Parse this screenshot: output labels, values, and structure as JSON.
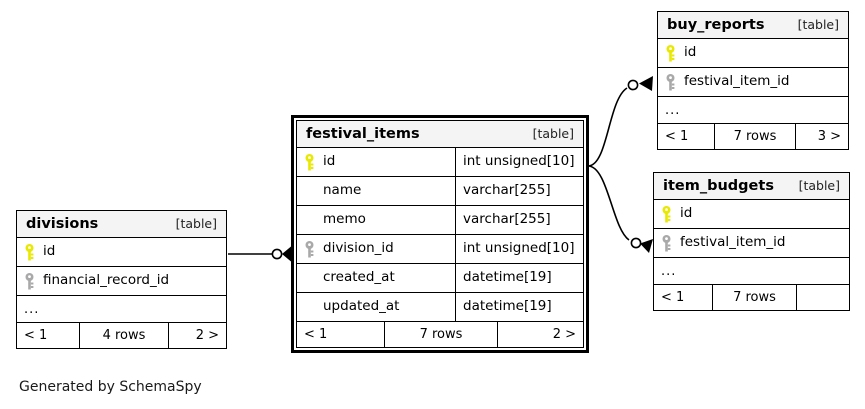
{
  "diagram": {
    "caption": "Generated by SchemaSpy",
    "kind_label": "[table]",
    "ellipsis": "...",
    "key_icons": {
      "primary": "primary-key-icon",
      "foreign": "foreign-key-icon"
    },
    "colors": {
      "primary_key": "#e8e800",
      "foreign_key": "#a9a9a9",
      "header_background": "#f4f4f4",
      "border": "#000000",
      "background": "#ffffff"
    }
  },
  "tables": {
    "festival_items": {
      "name": "festival_items",
      "kind": "[table]",
      "emphasis": true,
      "columns": [
        {
          "key": "primary",
          "name": "id",
          "type": "int unsigned[10]"
        },
        {
          "key": "none",
          "name": "name",
          "type": "varchar[255]"
        },
        {
          "key": "none",
          "name": "memo",
          "type": "varchar[255]"
        },
        {
          "key": "foreign",
          "name": "division_id",
          "type": "int unsigned[10]"
        },
        {
          "key": "none",
          "name": "created_at",
          "type": "datetime[19]"
        },
        {
          "key": "none",
          "name": "updated_at",
          "type": "datetime[19]"
        }
      ],
      "footer": {
        "prev": "< 1",
        "rows": "7 rows",
        "next": "2 >"
      }
    },
    "divisions": {
      "name": "divisions",
      "kind": "[table]",
      "emphasis": false,
      "columns": [
        {
          "key": "primary",
          "name": "id"
        },
        {
          "key": "foreign",
          "name": "financial_record_id"
        }
      ],
      "has_ellipsis": true,
      "footer": {
        "prev": "< 1",
        "rows": "4 rows",
        "next": "2 >"
      }
    },
    "buy_reports": {
      "name": "buy_reports",
      "kind": "[table]",
      "emphasis": false,
      "columns": [
        {
          "key": "primary",
          "name": "id"
        },
        {
          "key": "foreign",
          "name": "festival_item_id"
        }
      ],
      "has_ellipsis": true,
      "footer": {
        "prev": "< 1",
        "rows": "7 rows",
        "next": "3 >"
      }
    },
    "item_budgets": {
      "name": "item_budgets",
      "kind": "[table]",
      "emphasis": false,
      "columns": [
        {
          "key": "primary",
          "name": "id"
        },
        {
          "key": "foreign",
          "name": "festival_item_id"
        }
      ],
      "has_ellipsis": true,
      "footer": {
        "prev": "< 1",
        "rows": "7 rows",
        "next": ""
      }
    }
  },
  "relationships": [
    {
      "from": "divisions.id",
      "to": "festival_items.division_id",
      "cardinality": "zero-or-many"
    },
    {
      "from": "festival_items.id",
      "to": "buy_reports.festival_item_id",
      "cardinality": "zero-or-many"
    },
    {
      "from": "festival_items.id",
      "to": "item_budgets.festival_item_id",
      "cardinality": "zero-or-many"
    }
  ]
}
